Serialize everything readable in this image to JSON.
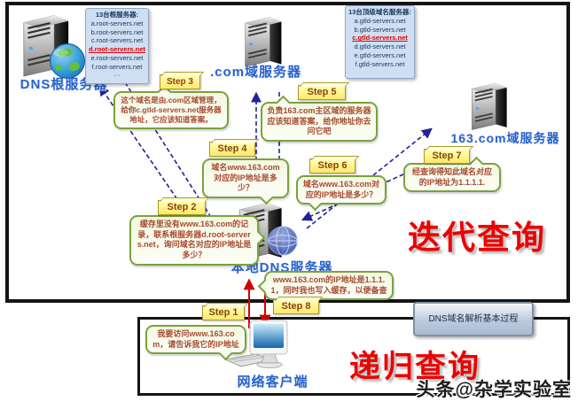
{
  "diagram": {
    "titles": {
      "iterative": "迭代查询",
      "recursive": "递归查询",
      "process": "DNS域名解析基本过程",
      "watermark": "头条@杂学实验室"
    },
    "nodes": {
      "root": {
        "label": "DNS根服务器"
      },
      "com": {
        "label": ".com域服务器"
      },
      "n163": {
        "label": "163.com域服务器"
      },
      "local": {
        "label": "本地DNS服务器"
      },
      "client": {
        "label": "网络客户端"
      }
    },
    "root_list": {
      "title": "13台根服务器:",
      "items": [
        "a.root-servers.net",
        "b.root-servers.net",
        "c.root-servers.net",
        "d.root-servers.net",
        "e.root-servers.net",
        "f.root-servers.net",
        "···"
      ]
    },
    "gtld_list": {
      "title": "13台顶级域名服务器:",
      "items": [
        "a.gtld-servers.net",
        "b.gtld-servers.net",
        "c.gtld-servers.net",
        "d.gtld-servers.net",
        "e.gtld-servers.net",
        "f.gtld-servers.net"
      ]
    },
    "steps": [
      "Step 1",
      "Step 2",
      "Step 3",
      "Step 4",
      "Step 5",
      "Step 6",
      "Step 7",
      "Step 8"
    ],
    "bubbles": {
      "step1": "我要访问www.163.com，请告诉我它的IP地址",
      "step2": "缓存里没有www.163.com的记录，联系根服务器d.root-servers.net，询问域名对应的IP地址是多少？",
      "step3": "这个域名是由.com区域管理，给你c.gtld-servers.net服务器地址，它应该知道答案。",
      "step4": "域名www.163.com对应的IP地址是多少？",
      "step5": "负责163.com主区域的服务器应该知道答案，给你地址你去问它吧",
      "step6": "域名www.163.com对应的IP地址是多少？",
      "step7": "经查询得知此域名对应的IP地址为1.1.1.1.",
      "step8": "www.163.com的IP地址是1.1.1.1，同时我也写入缓存，以便备查"
    },
    "colors": {
      "accent_blue": "#2a63cc",
      "arrow_blue": "#22229a",
      "arrow_red": "#d40000",
      "highlight_red": "#e00000",
      "title_red": "#ec0000"
    }
  }
}
